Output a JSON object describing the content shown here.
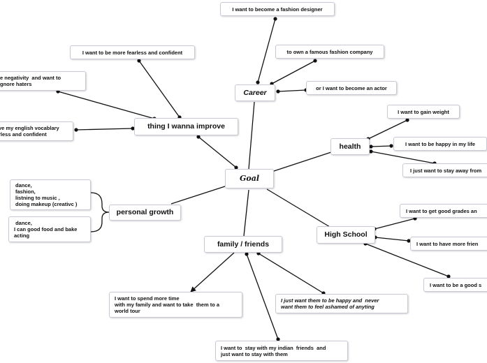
{
  "colors": {
    "line": "#111111",
    "node_border": "#c9c9d6",
    "background": "#ffffff"
  },
  "central": {
    "label": "Goal"
  },
  "branches": {
    "career": {
      "label": "Career",
      "items": [
        "I want to become a fashion designer",
        "to own a famous fashion company",
        "or I want to become an actor"
      ]
    },
    "improve": {
      "label": "thing I wanna improve",
      "items": [
        "I want to be more fearless and confident",
        "e negativity  and want to\ngnore haters",
        "ve my english vocablary\nrless and confident"
      ]
    },
    "health": {
      "label": "health",
      "items": [
        "I want to gain weight",
        "I want to be happy  in my life",
        "I just want to stay away from"
      ]
    },
    "personal_growth": {
      "label": "personal growth",
      "items": [
        "dance,\nfashion,\nlistning to music ,\ndoing makeup (creativc )",
        " dance,\nI can good food and bake\nacting"
      ]
    },
    "high_school": {
      "label": "High School",
      "items": [
        "I want to get good grades  an",
        "I want to have more frien",
        "I want to be a good s"
      ]
    },
    "family": {
      "label": "family / friends",
      "items": [
        "I want to spend more time\nwith my family and want to take  them to a\nworld tour",
        "I just want them to be happy and  never\nwant them to feel ashamed of anyting",
        "I want to  stay with my indian  friends  and\njust want to stay with them"
      ]
    }
  }
}
